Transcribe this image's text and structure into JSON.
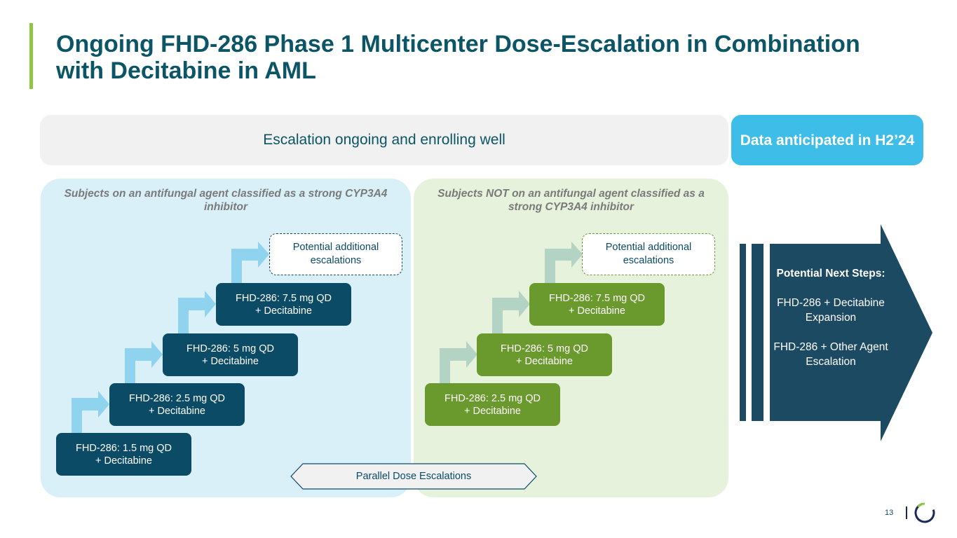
{
  "title": "Ongoing FHD-286 Phase 1 Multicenter Dose-Escalation in Combination with Decitabine in AML",
  "banner": "Escalation ongoing and enrolling well",
  "data_pill": "Data anticipated in H2’24",
  "left_panel": {
    "heading": "Subjects on an antifungal agent classified as a strong CYP3A4 inhibitor",
    "steps": [
      {
        "dose": "FHD-286: 1.5 mg QD",
        "combo": "+ Decitabine"
      },
      {
        "dose": "FHD-286: 2.5 mg QD",
        "combo": "+ Decitabine"
      },
      {
        "dose": "FHD-286: 5 mg QD",
        "combo": "+ Decitabine"
      },
      {
        "dose": "FHD-286: 7.5 mg QD",
        "combo": "+ Decitabine"
      }
    ],
    "potential": "Potential additional escalations"
  },
  "right_panel": {
    "heading": "Subjects NOT on an antifungal agent classified as a strong CYP3A4 inhibitor",
    "steps": [
      {
        "dose": "FHD-286: 2.5 mg QD",
        "combo": "+ Decitabine"
      },
      {
        "dose": "FHD-286: 5 mg QD",
        "combo": "+ Decitabine"
      },
      {
        "dose": "FHD-286: 7.5 mg QD",
        "combo": "+ Decitabine"
      }
    ],
    "potential": "Potential additional escalations"
  },
  "parallel_label": "Parallel Dose Escalations",
  "next_steps": {
    "title": "Potential Next Steps:",
    "items": [
      "FHD-286 + Decitabine Expansion",
      "FHD-286 + Other Agent Escalation"
    ]
  },
  "footer": {
    "page_number": "13",
    "logo": "logo-ring-icon"
  },
  "colors": {
    "title": "#0b5566",
    "accent_green": "#8dc63f",
    "data_pill": "#3dbde7",
    "step_blue": "#0b4b66",
    "step_green": "#6a9a2d",
    "connector_blue": "#8fd3ef",
    "connector_green": "#b3d4c4",
    "next_arrow": "#1d4a63"
  }
}
